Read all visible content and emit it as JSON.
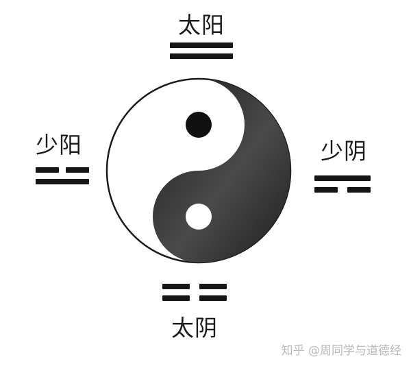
{
  "labels": {
    "top": "太阳",
    "left": "少阳",
    "right": "少阴",
    "bottom": "太阴"
  },
  "symbols": {
    "top": [
      "yang",
      "yang"
    ],
    "left": [
      "yin",
      "yang"
    ],
    "right": [
      "yang",
      "yin"
    ],
    "bottom": [
      "yin",
      "yin"
    ]
  },
  "watermark": "知乎 @周同学与道德经",
  "colors": {
    "ink": "#161616",
    "dark_fill": "#2a2a2a",
    "light_fill": "#ffffff"
  }
}
